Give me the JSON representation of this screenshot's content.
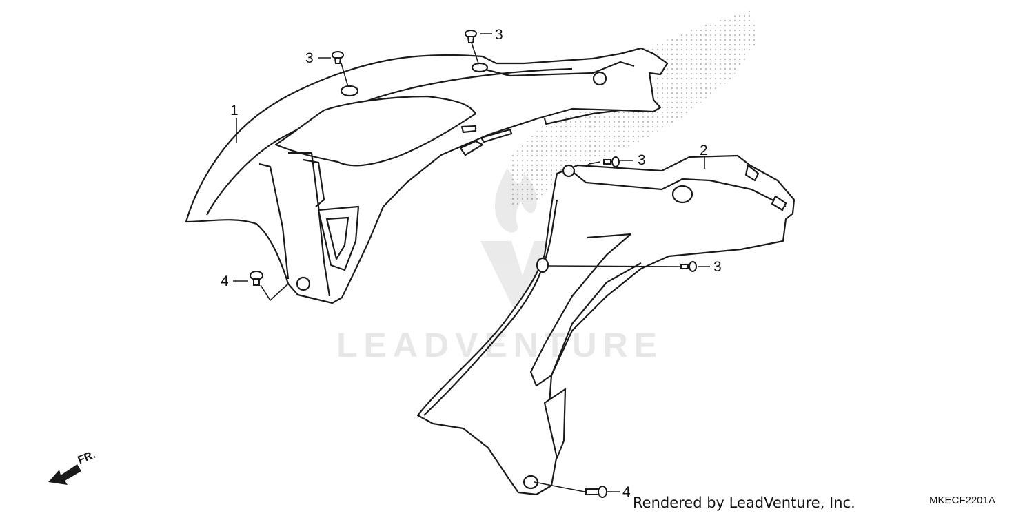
{
  "diagram": {
    "callouts": {
      "part1": "1",
      "part2": "2",
      "screw_a": "3",
      "screw_b": "3",
      "screw_c": "3",
      "screw_d": "3",
      "bolt_a": "4",
      "bolt_b": "4"
    },
    "direction_label": "FR.",
    "watermark_text": "LEADVENTURE",
    "credit_text": "Rendered by LeadVenture, Inc.",
    "diagram_code": "MKECF2201A"
  },
  "colors": {
    "line": "#1a1a1a",
    "stipple": "#b8b8b8"
  }
}
